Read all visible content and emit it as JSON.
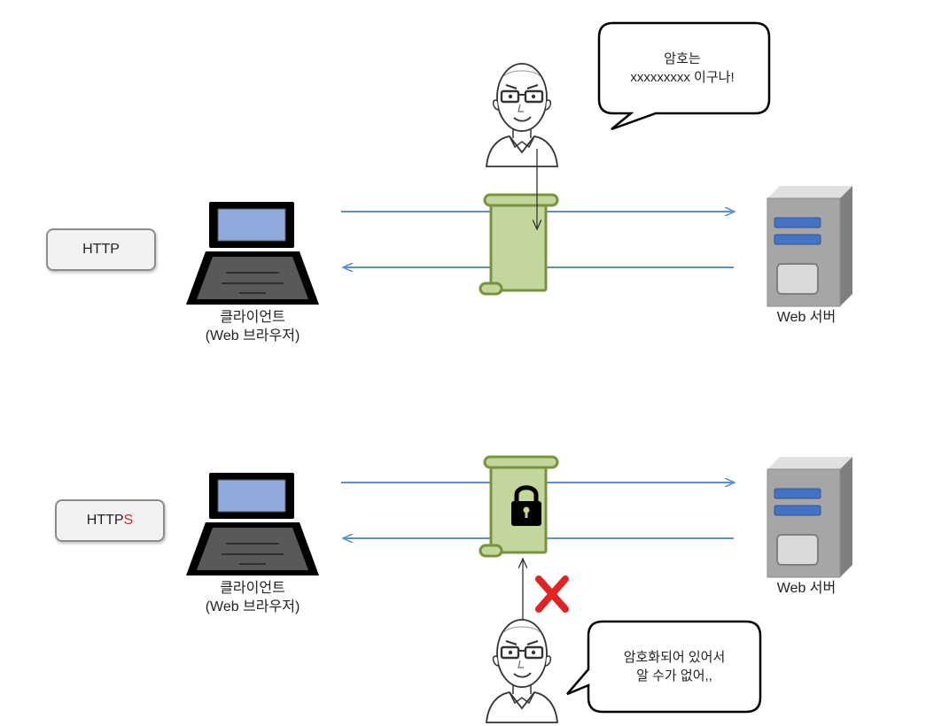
{
  "sections": {
    "http": {
      "protocol_label": "HTTP",
      "client_line1": "클라이언트",
      "client_line2": "(Web 브라우저)",
      "server_label": "Web 서버",
      "speech_line1": "암호는",
      "speech_line2": "xxxxxxxxx 이구나!"
    },
    "https": {
      "protocol_base": "HTTP",
      "protocol_suffix": "S",
      "client_line1": "클라이언트",
      "client_line2": "(Web 브라우저)",
      "server_label": "Web 서버",
      "speech_line1": "암호화되어 있어서",
      "speech_line2": "알 수가 없어,,"
    }
  },
  "colors": {
    "arrow": "#5b8fd1",
    "scroll_fill": "#c3d69b",
    "scroll_stroke": "#77933c",
    "cross": "#e02424",
    "suffix": "#e02424"
  },
  "icons": [
    "laptop-icon",
    "server-icon",
    "scroll-icon",
    "lock-icon",
    "eavesdropper-icon",
    "speech-bubble",
    "cross-icon"
  ]
}
